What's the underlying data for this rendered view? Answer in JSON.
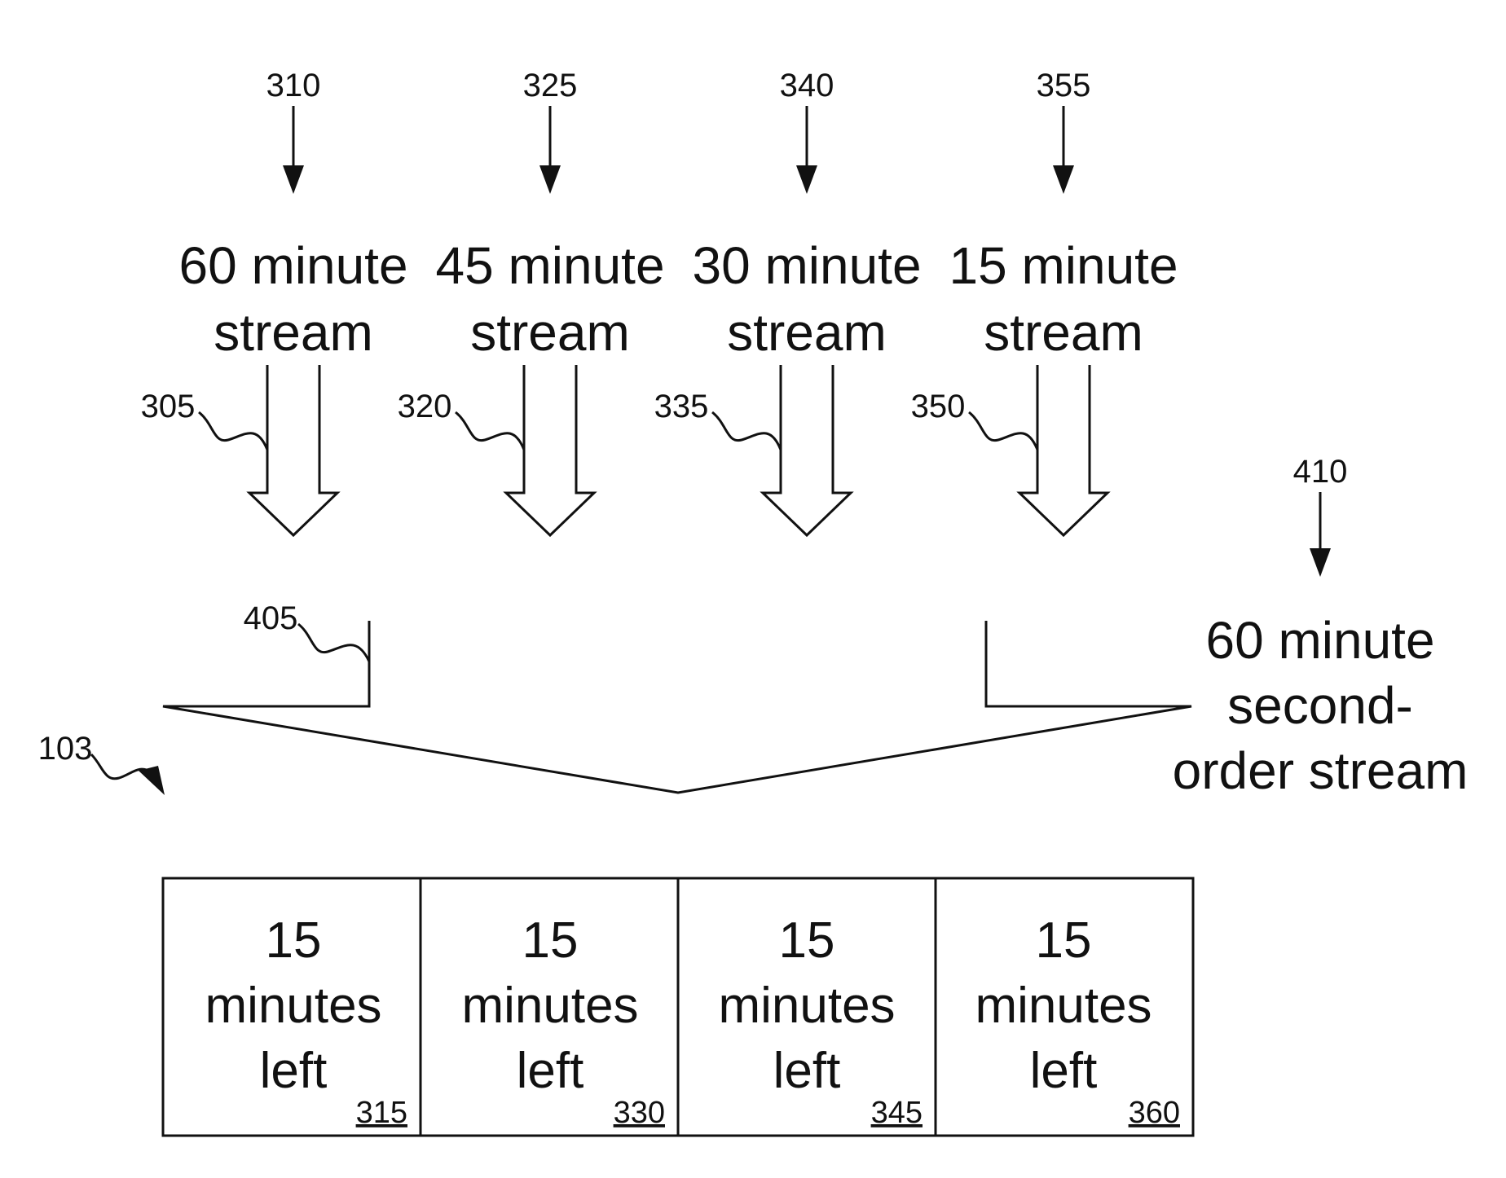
{
  "streams": [
    {
      "ref": "310",
      "line1": "60 minute",
      "line2": "stream",
      "arrow_ref": "305"
    },
    {
      "ref": "325",
      "line1": "45 minute",
      "line2": "stream",
      "arrow_ref": "320"
    },
    {
      "ref": "340",
      "line1": "30 minute",
      "line2": "stream",
      "arrow_ref": "335"
    },
    {
      "ref": "355",
      "line1": "15 minute",
      "line2": "stream",
      "arrow_ref": "350"
    }
  ],
  "merge": {
    "bracket_ref": "405",
    "second_order": {
      "ref": "410",
      "line1": "60 minute",
      "line2": "second-",
      "line3": "order stream"
    }
  },
  "system_ref": "103",
  "cells": [
    {
      "line1": "15",
      "line2": "minutes",
      "line3": "left",
      "ref": "315"
    },
    {
      "line1": "15",
      "line2": "minutes",
      "line3": "left",
      "ref": "330"
    },
    {
      "line1": "15",
      "line2": "minutes",
      "line3": "left",
      "ref": "345"
    },
    {
      "line1": "15",
      "line2": "minutes",
      "line3": "left",
      "ref": "360"
    }
  ]
}
